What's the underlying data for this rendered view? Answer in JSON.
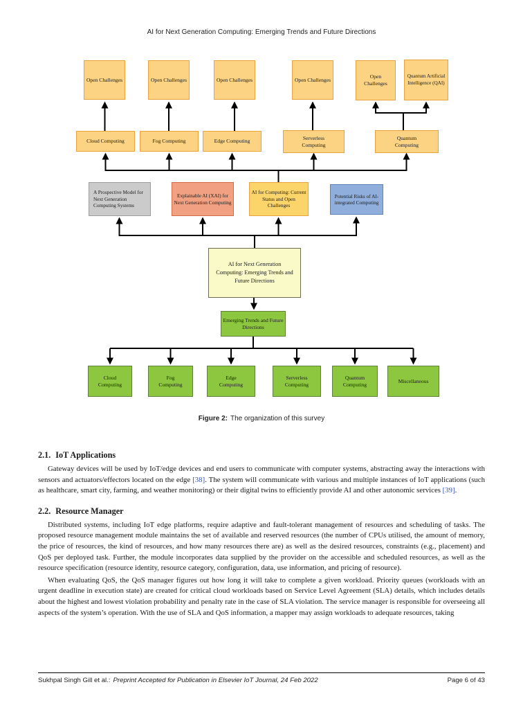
{
  "header": {
    "title": "AI for Next Generation Computing: Emerging Trends and Future Directions"
  },
  "figure": {
    "open_challenges": "Open Challenges",
    "qai": "Quantum Artificial Intelligence (QAI)",
    "mid_row": [
      "Cloud Computing",
      "Fog Computing",
      "Edge Computing",
      "Serverless Computing",
      "Quantum Computing"
    ],
    "review": [
      "A Prospective Model for Next Generation Computing Systems",
      "Explainable AI (XAI) for Next Generation Computing",
      "AI for Computing: Current Status and Open Challenges",
      "Potential Risks of AI-integrated Computing"
    ],
    "center_box": "AI for Next Generation Computing: Emerging Trends and Future Directions",
    "trends_box": "Emerging Trends and Future Directions",
    "bottom_row": [
      "Cloud Computing",
      "Fog Computing",
      "Edge Computing",
      "Serverless Computing",
      "Quantum Computing",
      "Miscellaneous"
    ]
  },
  "caption": {
    "label": "Figure 2:",
    "text": "The organization of this survey"
  },
  "sec1": {
    "number": "2.1.",
    "title": "IoT Applications",
    "p1a": "Gateway devices will be used by IoT/edge devices and end users to communicate with computer systems, abstracting away the interactions with sensors and actuators/effectors located on the edge ",
    "p1c1": "[38]",
    "p1b": ". The system will communicate with various and multiple instances of IoT applications (such as healthcare, smart city, farming, and weather monitoring) or their digital twins to efficiently provide AI and other autonomic services ",
    "p1c2": "[39]",
    "p1end": "."
  },
  "sec2": {
    "number": "2.2.",
    "title": "Resource Manager",
    "p1": "Distributed systems, including IoT edge platforms, require adaptive and fault-tolerant management of resources and scheduling of tasks. The proposed resource management module maintains the set of available and reserved resources (the number of CPUs utilised, the amount of memory, the price of resources, the kind of resources, and how many resources there are) as well as the desired resources, constraints (e.g., placement) and QoS per deployed task. Further, the module incorporates data supplied by the provider on the accessible and scheduled resources, as well as the resource specification (resource identity, resource category, configuration, data, use information, and pricing of resource).",
    "p2": "When evaluating QoS, the QoS manager figures out how long it will take to complete a given workload. Priority queues (workloads with an urgent deadline in execution state) are created for critical cloud workloads based on Service Level Agreement (SLA) details, which includes details about the highest and lowest violation probability and penalty rate in the case of SLA violation. The service manager is responsible for overseeing all aspects of the system’s operation. With the use of SLA and QoS information, a mapper may assign workloads to adequate resources, taking"
  },
  "footer": {
    "authors": "Sukhpal Singh Gill et al.:",
    "note": "Preprint Accepted for Publication in Elsevier IoT Journal, 24 Feb 2022",
    "page": "Page 6 of 43"
  },
  "colors": {
    "box_orange_fill": "#FBD382",
    "box_orange_border": "#E9A23B",
    "box_gray_fill": "#CBCBCB",
    "box_gray_border": "#9C9C9C",
    "box_salmon_fill": "#F1A181",
    "box_salmon_border": "#D26B45",
    "box_amber_fill": "#FBD46A",
    "box_amber_border": "#E8A33C",
    "box_blue_fill": "#8FAEDB",
    "box_blue_border": "#5B82BE",
    "box_yellow_fill": "#FAFAC8",
    "box_yellow_border": "#6B6B50",
    "box_green_fill": "#8DC740",
    "box_green_border": "#5E8038",
    "citation_blue": "#3355BB",
    "arrow_black": "#000000"
  }
}
